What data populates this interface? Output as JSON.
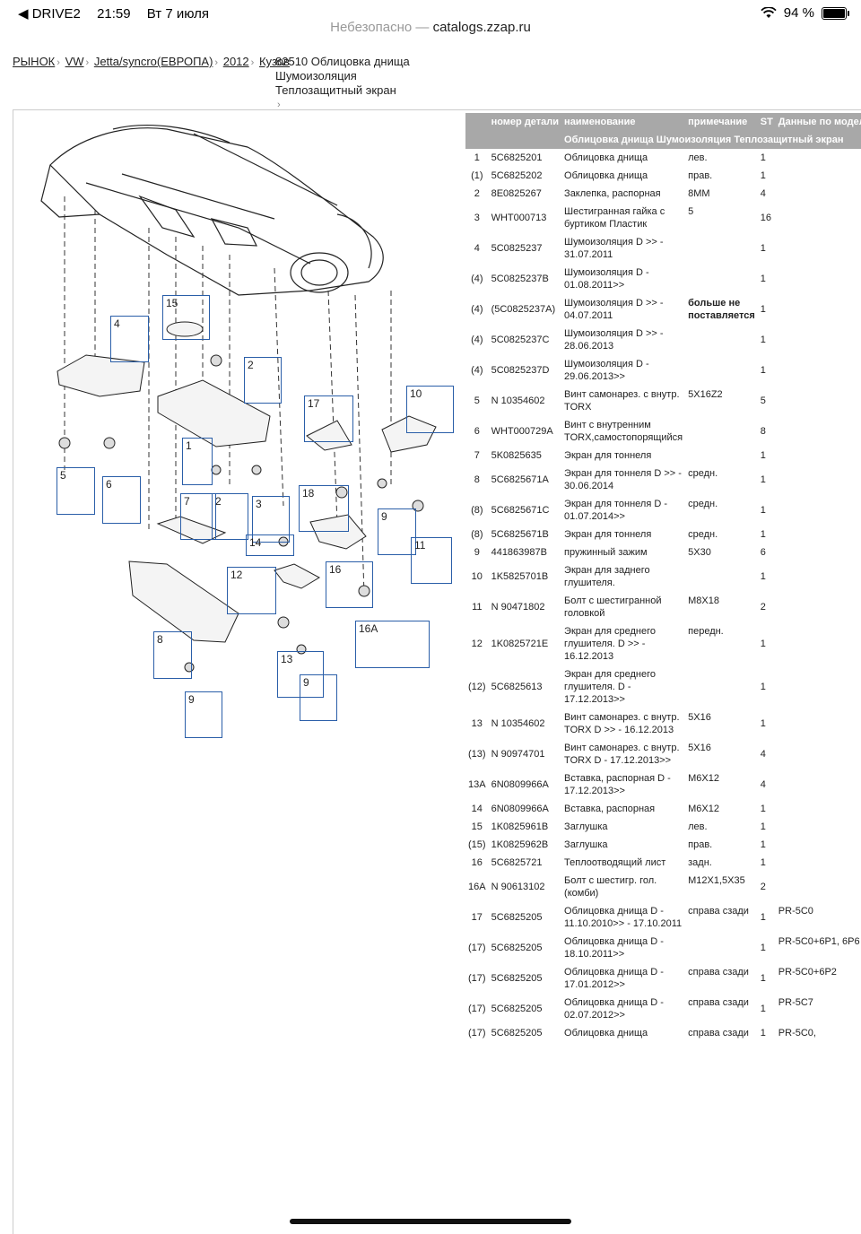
{
  "status": {
    "carrier": "◀ DRIVE2",
    "time": "21:59",
    "date": "Вт 7 июля",
    "battery": "94 %",
    "battery_level": 0.94
  },
  "address": {
    "security": "Небезопасно —",
    "host": "catalogs.zzap.ru"
  },
  "breadcrumb": {
    "items": [
      "РЫНОК",
      "VW",
      "Jetta/syncro(ЕВРОПА)",
      "2012",
      "Кузов"
    ],
    "current": [
      "82510 Облицовка днища",
      "Шумоизоляция",
      "Теплозащитный экран"
    ],
    "sep": "›"
  },
  "diagram": {
    "callouts": [
      "15",
      "4",
      "2",
      "1",
      "17",
      "10",
      "5",
      "6",
      "7",
      "2",
      "3",
      "18",
      "14",
      "9",
      "11",
      "12",
      "16",
      "16A",
      "8",
      "13",
      "9",
      "9"
    ]
  },
  "table": {
    "headers": [
      "номер детали",
      "наименование",
      "примечание",
      "ST",
      "Данные по модели"
    ],
    "group": "Облицовка днища Шумоизоляция Теплозащитный экран",
    "rows": [
      {
        "pos": "1",
        "num": "5C6825201",
        "name": "Облицовка днища",
        "note": "лев.",
        "st": "1",
        "model": ""
      },
      {
        "pos": "(1)",
        "num": "5C6825202",
        "name": "Облицовка днища",
        "note": "прав.",
        "st": "1",
        "model": ""
      },
      {
        "pos": "2",
        "num": "8E0825267",
        "name": "Заклепка, распорная",
        "note": "8MM",
        "st": "4",
        "model": ""
      },
      {
        "pos": "3",
        "num": "WHT000713",
        "name": "Шестигранная гайка с буртиком Пластик",
        "note": "5",
        "st": "16",
        "model": ""
      },
      {
        "pos": "4",
        "num": "5C0825237",
        "name": "Шумоизоляция D >> - 31.07.2011",
        "note": "",
        "st": "1",
        "model": ""
      },
      {
        "pos": "(4)",
        "num": "5C0825237B",
        "name": "Шумоизоляция D - 01.08.2011>>",
        "note": "",
        "st": "1",
        "model": ""
      },
      {
        "pos": "(4)",
        "num": "(5C0825237A)",
        "name": "Шумоизоляция D >> - 04.07.2011",
        "note": "больше не поставляется",
        "st": "1",
        "model": ""
      },
      {
        "pos": "(4)",
        "num": "5C0825237C",
        "name": "Шумоизоляция D >> - 28.06.2013",
        "note": "",
        "st": "1",
        "model": ""
      },
      {
        "pos": "(4)",
        "num": "5C0825237D",
        "name": "Шумоизоляция D - 29.06.2013>>",
        "note": "",
        "st": "1",
        "model": ""
      },
      {
        "pos": "5",
        "num": "N 10354602",
        "name": "Винт самонарез. с внутр. TORX",
        "note": "5X16Z2",
        "st": "5",
        "model": ""
      },
      {
        "pos": "6",
        "num": "WHT000729A",
        "name": "Винт с внутренним TORX,самостопорящийся",
        "note": "",
        "st": "8",
        "model": ""
      },
      {
        "pos": "7",
        "num": "5K0825635",
        "name": "Экран для тоннеля",
        "note": "",
        "st": "1",
        "model": ""
      },
      {
        "pos": "8",
        "num": "5C6825671A",
        "name": "Экран для тоннеля D >> - 30.06.2014",
        "note": "средн.",
        "st": "1",
        "model": ""
      },
      {
        "pos": "(8)",
        "num": "5C6825671C",
        "name": "Экран для тоннеля D - 01.07.2014>>",
        "note": "средн.",
        "st": "1",
        "model": ""
      },
      {
        "pos": "(8)",
        "num": "5C6825671B",
        "name": "Экран для тоннеля",
        "note": "средн.",
        "st": "1",
        "model": ""
      },
      {
        "pos": "9",
        "num": "441863987B",
        "name": "пружинный зажим",
        "note": "5X30",
        "st": "6",
        "model": ""
      },
      {
        "pos": "10",
        "num": "1K5825701B",
        "name": "Экран для заднего глушителя.",
        "note": "",
        "st": "1",
        "model": ""
      },
      {
        "pos": "11",
        "num": "N 90471802",
        "name": "Болт с шестигранной головкой",
        "note": "M8X18",
        "st": "2",
        "model": ""
      },
      {
        "pos": "12",
        "num": "1K0825721E",
        "name": "Экран для среднего глушителя. D >> - 16.12.2013",
        "note": "передн.",
        "st": "1",
        "model": ""
      },
      {
        "pos": "(12)",
        "num": "5C6825613",
        "name": "Экран для среднего глушителя. D - 17.12.2013>>",
        "note": "",
        "st": "1",
        "model": ""
      },
      {
        "pos": "13",
        "num": "N 10354602",
        "name": "Винт самонарез. с внутр. TORX D >> - 16.12.2013",
        "note": "5X16",
        "st": "1",
        "model": ""
      },
      {
        "pos": "(13)",
        "num": "N 90974701",
        "name": "Винт самонарез. с внутр. TORX D - 17.12.2013>>",
        "note": "5X16",
        "st": "4",
        "model": ""
      },
      {
        "pos": "13A",
        "num": "6N0809966A",
        "name": "Вставка, распорная D - 17.12.2013>>",
        "note": "M6X12",
        "st": "4",
        "model": ""
      },
      {
        "pos": "14",
        "num": "6N0809966A",
        "name": "Вставка, распорная",
        "note": "M6X12",
        "st": "1",
        "model": ""
      },
      {
        "pos": "15",
        "num": "1K0825961B",
        "name": "Заглушка",
        "note": "лев.",
        "st": "1",
        "model": ""
      },
      {
        "pos": "(15)",
        "num": "1K0825962B",
        "name": "Заглушка",
        "note": "прав.",
        "st": "1",
        "model": ""
      },
      {
        "pos": "16",
        "num": "5C6825721",
        "name": "Теплоотводящий лист",
        "note": "задн.",
        "st": "1",
        "model": ""
      },
      {
        "pos": "16A",
        "num": "N 90613102",
        "name": "Болт с шестигр. гол. (комби)",
        "note": "M12X1,5X35",
        "st": "2",
        "model": ""
      },
      {
        "pos": "17",
        "num": "5C6825205",
        "name": "Облицовка днища D - 11.10.2010>> - 17.10.2011",
        "note": "справа сзади",
        "st": "1",
        "model": "PR-5C0"
      },
      {
        "pos": "(17)",
        "num": "5C6825205",
        "name": "Облицовка днища D - 18.10.2011>>",
        "note": "",
        "st": "1",
        "model": "PR-5C0+6P1, 6P6"
      },
      {
        "pos": "(17)",
        "num": "5C6825205",
        "name": "Облицовка днища D - 17.01.2012>>",
        "note": "справа сзади",
        "st": "1",
        "model": "PR-5C0+6P2"
      },
      {
        "pos": "(17)",
        "num": "5C6825205",
        "name": "Облицовка днища D - 02.07.2012>>",
        "note": "справа сзади",
        "st": "1",
        "model": "PR-5C7"
      },
      {
        "pos": "(17)",
        "num": "5C6825205",
        "name": "Облицовка днища",
        "note": "справа сзади",
        "st": "1",
        "model": "PR-5C0,"
      }
    ]
  }
}
